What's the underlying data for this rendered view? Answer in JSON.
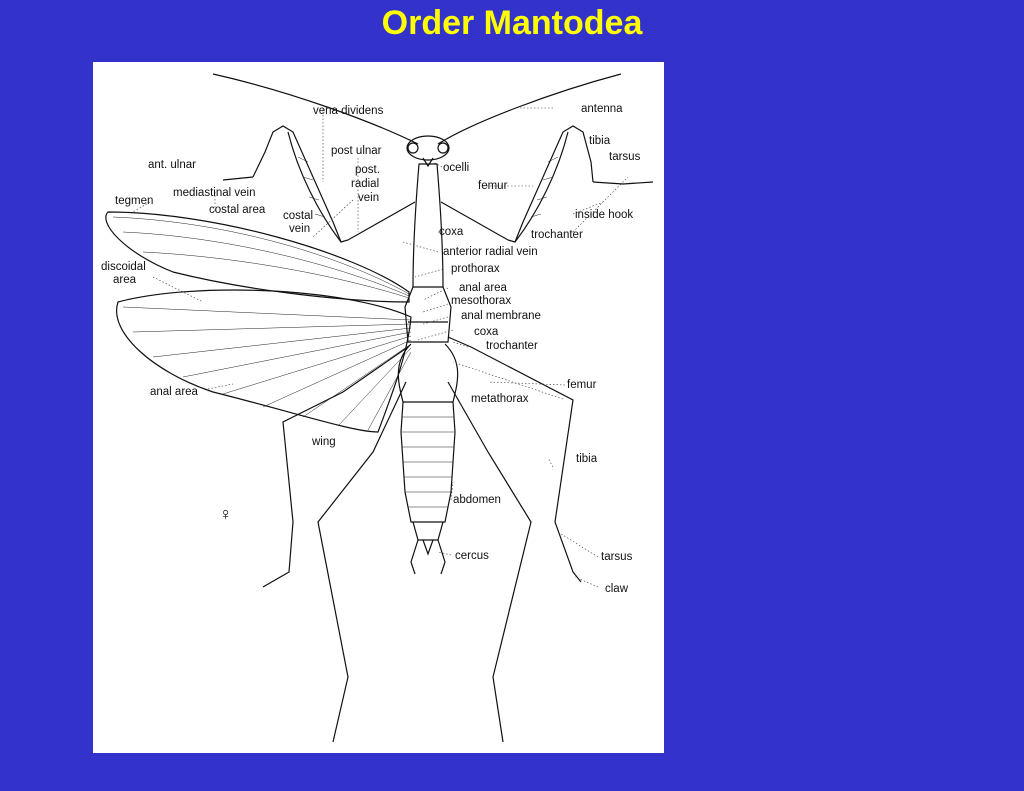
{
  "title": "Order Mantodea",
  "labels": {
    "vena_dividens": "vena dividens",
    "antenna": "antenna",
    "post_ulnar": "post ulnar",
    "tibia_front": "tibia",
    "tarsus_front": "tarsus",
    "ant_ulnar": "ant. ulnar",
    "ocelli": "ocelli",
    "post_radial_vein": [
      "post.",
      "radial",
      "vein"
    ],
    "femur_front": "femur",
    "mediastinal_vein": "mediastinal vein",
    "tegmen": "tegmen",
    "costal_area": "costal area",
    "costal_vein": [
      "costal",
      "vein"
    ],
    "inside_hook": "inside hook",
    "coxa_front": "coxa",
    "trochanter_front": "trochanter",
    "anterior_radial_vein": "anterior radial vein",
    "discoidal_area": [
      "discoidal",
      "area"
    ],
    "prothorax": "prothorax",
    "anal_area_top": "anal area",
    "mesothorax": "mesothorax",
    "anal_membrane": "anal membrane",
    "coxa_mid": "coxa",
    "trochanter_mid": "trochanter",
    "femur_hind": "femur",
    "anal_area_wing": "anal area",
    "metathorax": "metathorax",
    "wing": "wing",
    "tibia_hind": "tibia",
    "female_symbol": "♀",
    "abdomen": "abdomen",
    "cercus": "cercus",
    "tarsus_hind": "tarsus",
    "claw": "claw"
  },
  "colors": {
    "background": "#3333cc",
    "title": "#ffff00",
    "panel": "#ffffff"
  }
}
